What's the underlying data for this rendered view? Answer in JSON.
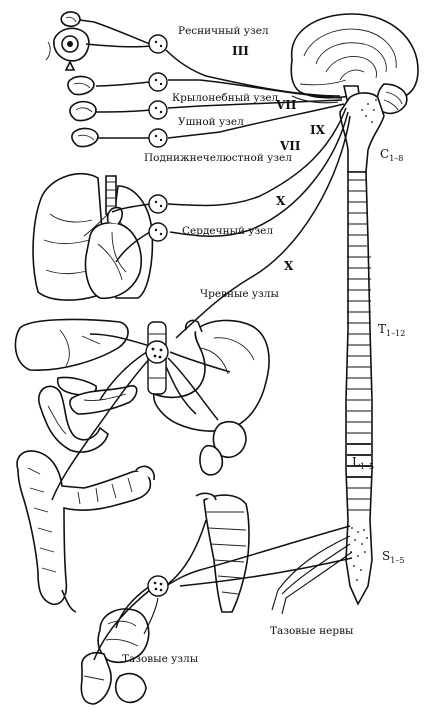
{
  "labels": {
    "ciliary_ganglion": "Ресничный узел",
    "pterygopalatine_ganglion": "Крылонебный узел",
    "otic_ganglion": "Ушной узел",
    "submandibular_ganglion": "Поднижнечелюстной узел",
    "cardiac_ganglion": "Сердечный узел",
    "celiac_ganglia": "Чревные узлы",
    "pelvic_ganglia": "Тазовые узлы",
    "pelvic_nerves": "Тазовые нервы"
  },
  "cranial_nerves": {
    "iii": "III",
    "vii_upper": "VII",
    "ix": "IX",
    "vii_lower": "VII",
    "x_upper": "X",
    "x_lower": "X"
  },
  "spinal_segments": {
    "cervical": {
      "letter": "C",
      "range": "1–8"
    },
    "thoracic": {
      "letter": "T",
      "range": "1–12"
    },
    "lumbar": {
      "letter": "L",
      "range": "1–5"
    },
    "sacral": {
      "letter": "S",
      "range": "1–5"
    }
  }
}
